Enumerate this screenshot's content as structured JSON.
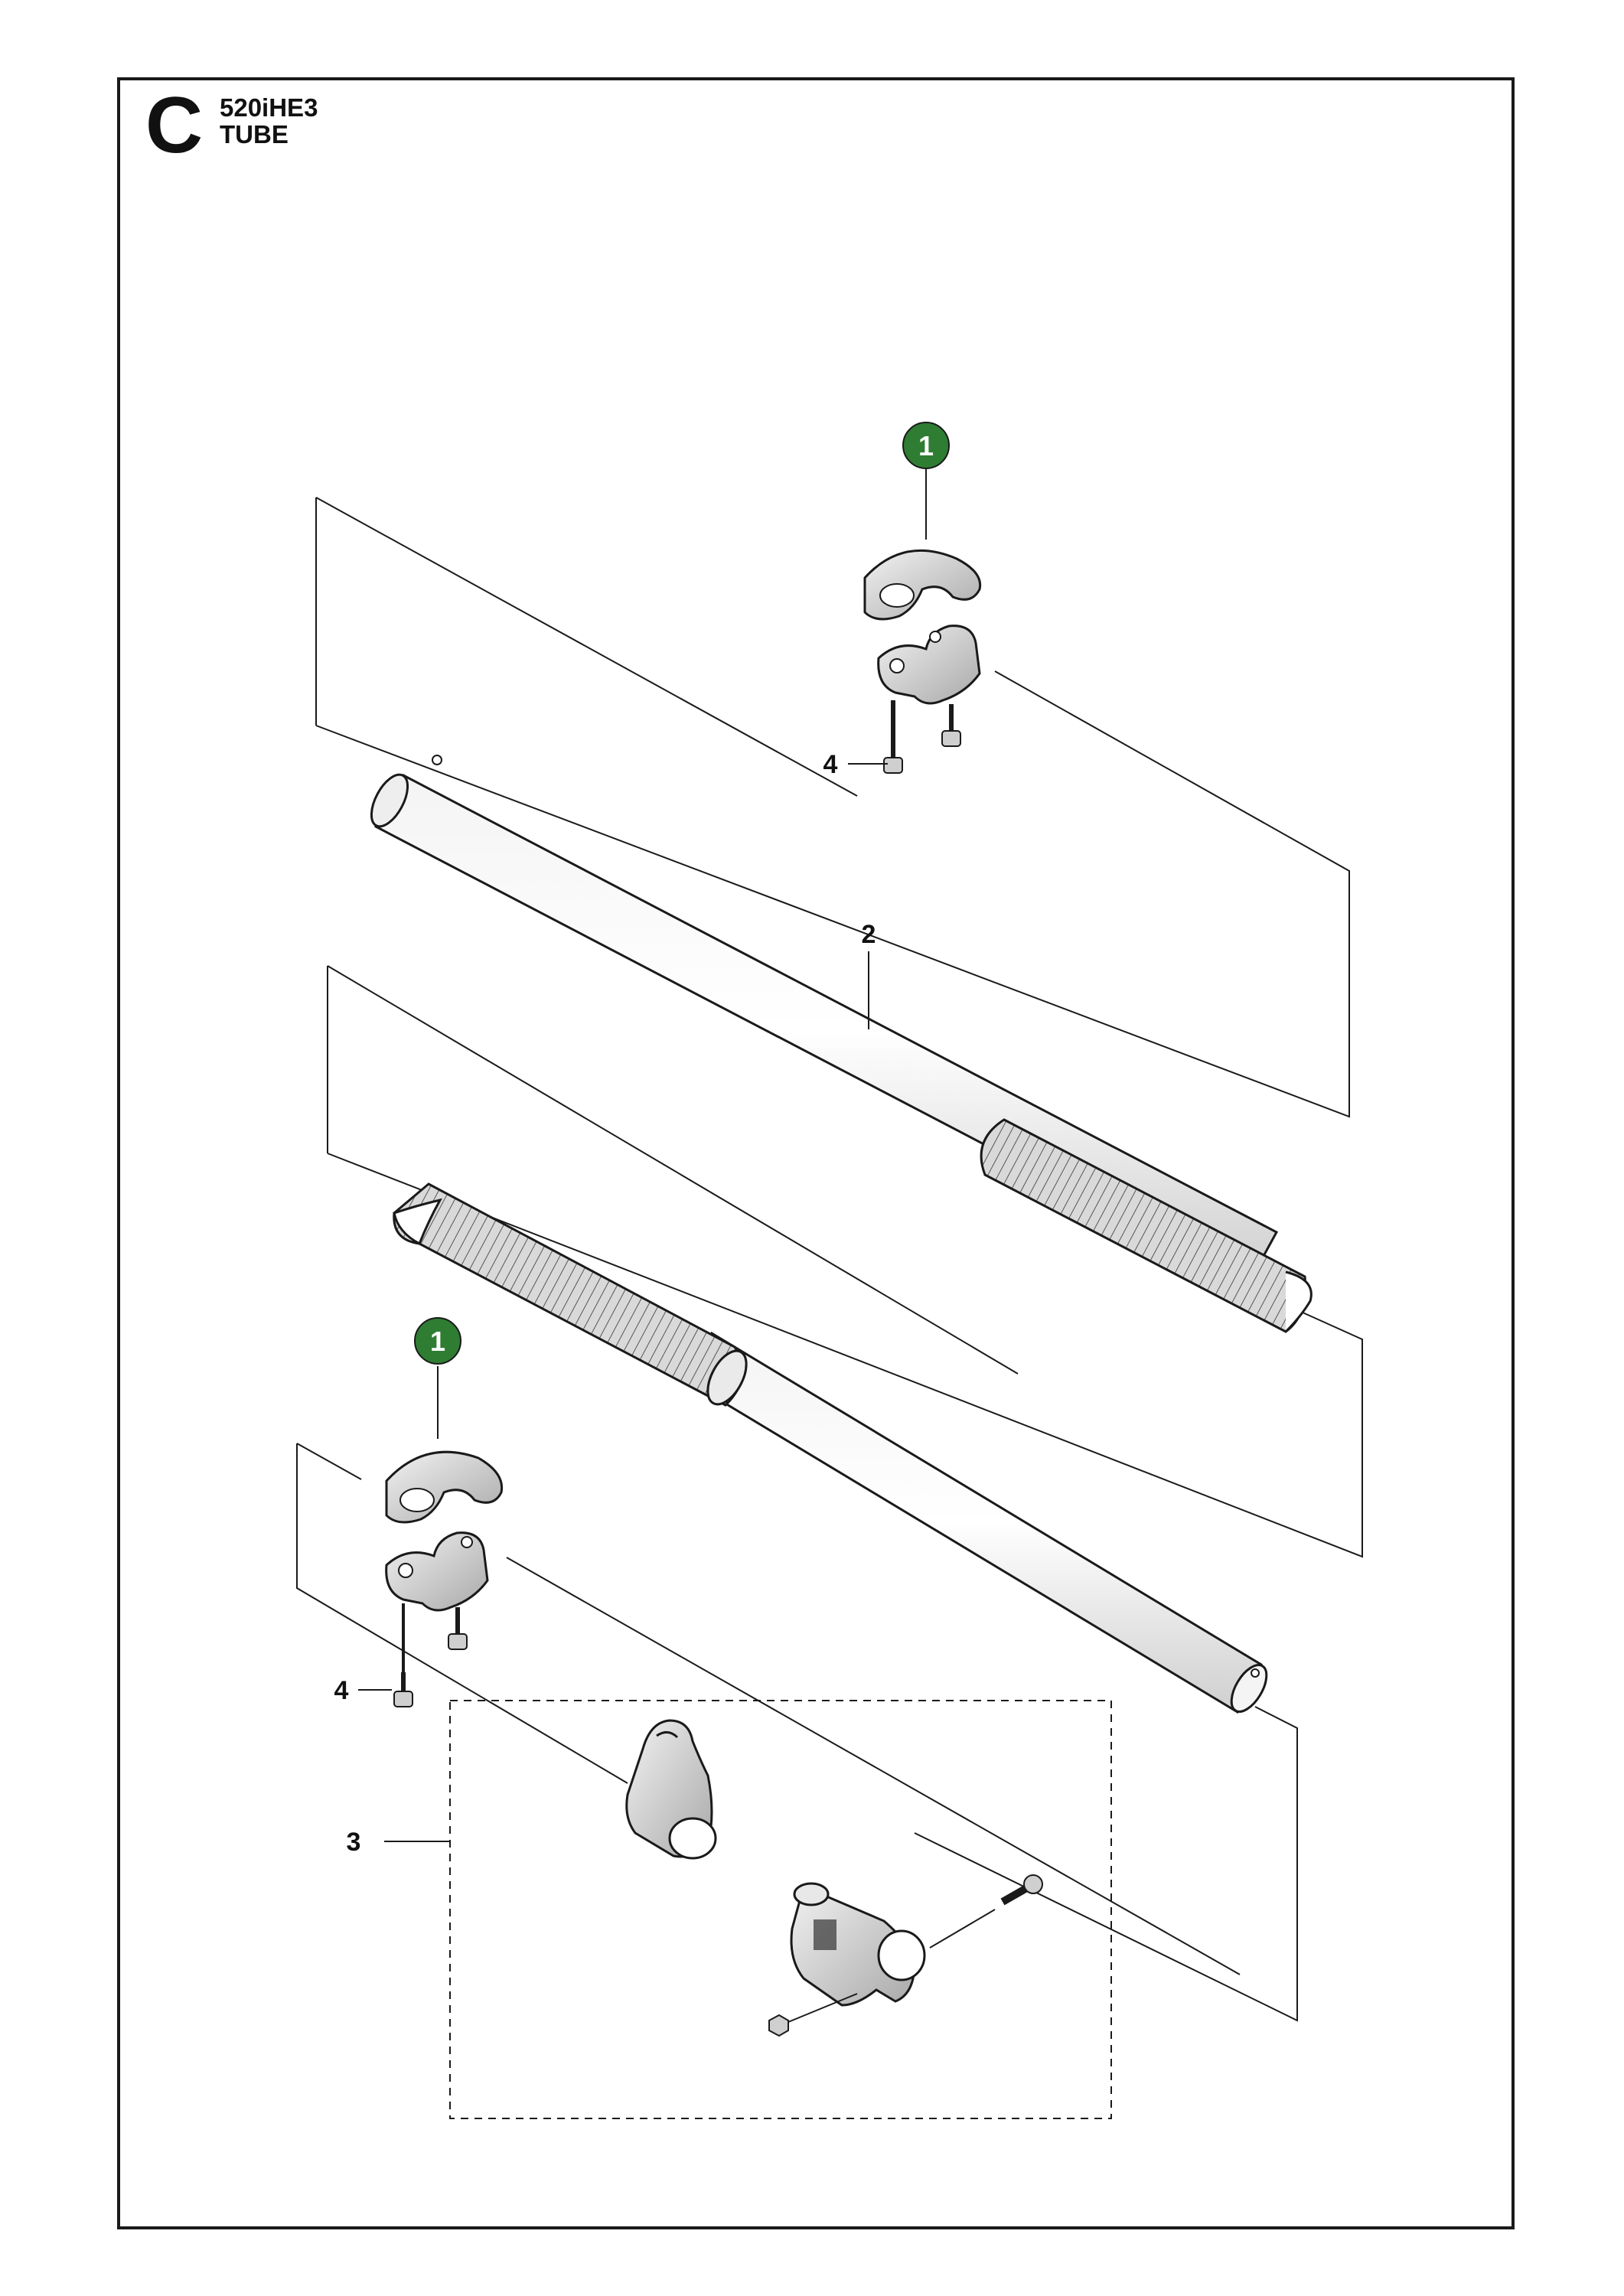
{
  "header": {
    "section_letter": "C",
    "model": "520iHE3",
    "subtitle": "TUBE"
  },
  "callouts": {
    "badge_top": "1",
    "badge_bottom": "1",
    "screw_top": "4",
    "screw_bottom": "4",
    "tube": "2",
    "coupling_kit": "3"
  },
  "colors": {
    "badge": "#2e7d32",
    "line": "#1a1a1a"
  }
}
